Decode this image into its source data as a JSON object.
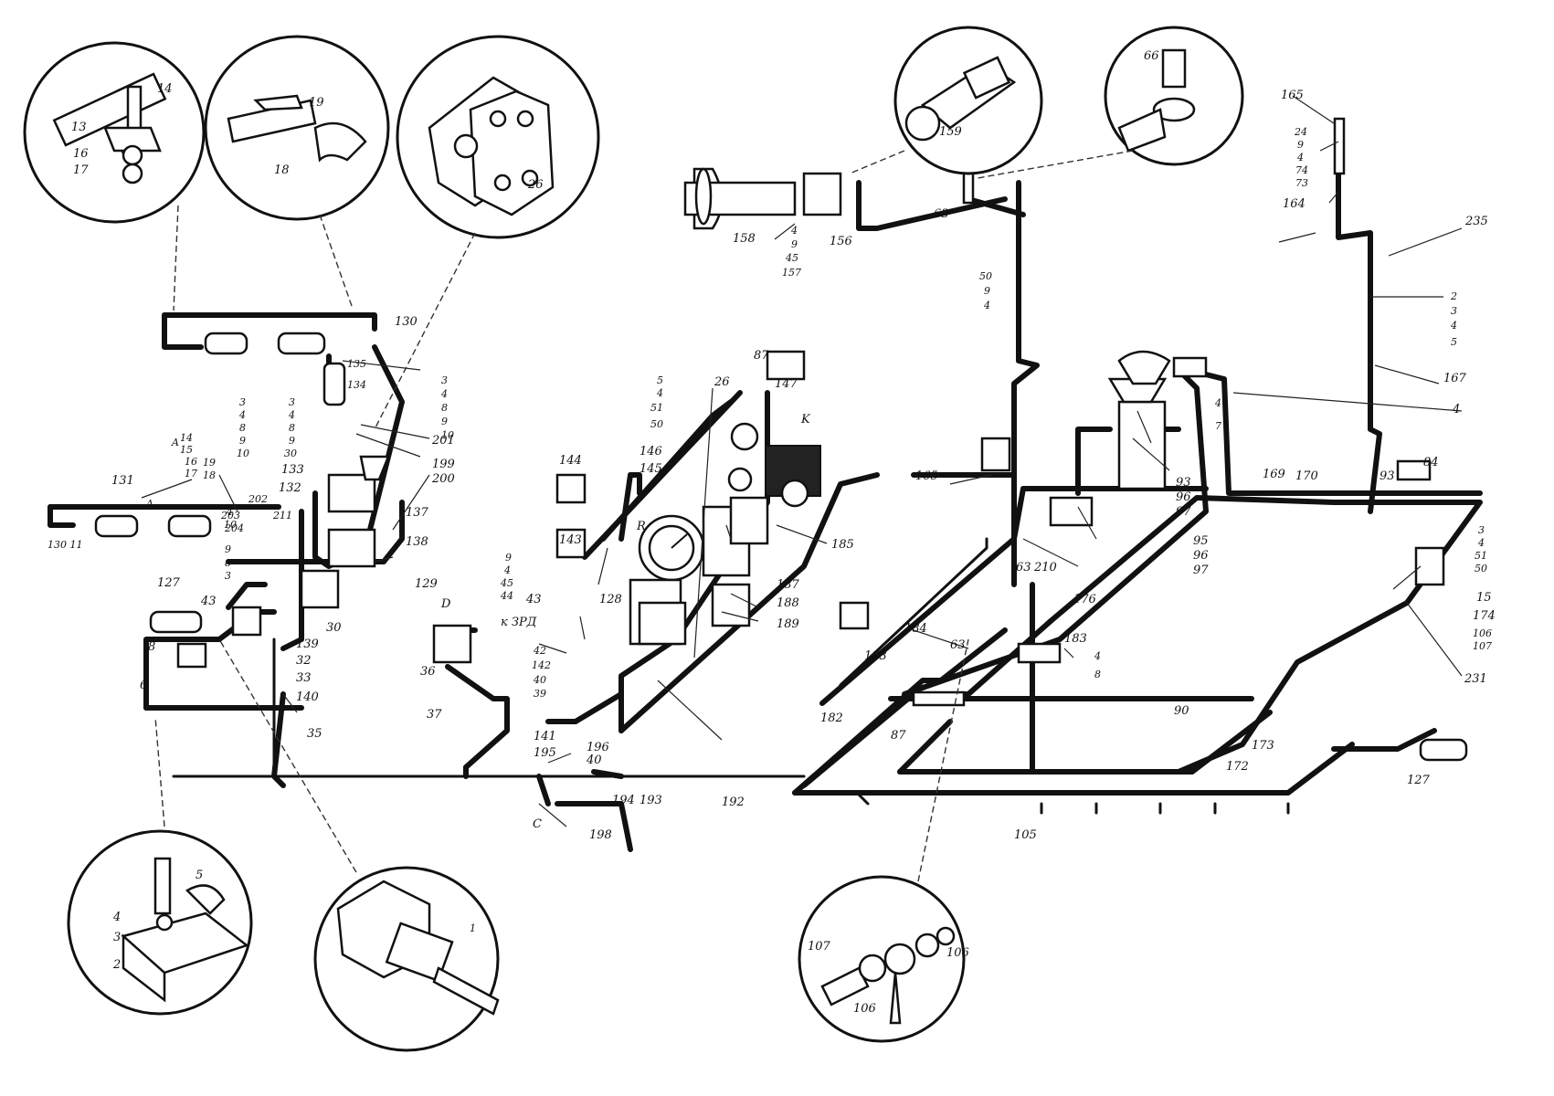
{
  "labels": [
    {
      "text": "14"
    },
    {
      "text": "13"
    },
    {
      "text": "16"
    },
    {
      "text": "17"
    },
    {
      "text": "19"
    },
    {
      "text": "18"
    },
    {
      "text": "26"
    },
    {
      "text": "159"
    },
    {
      "text": "66"
    },
    {
      "text": "165"
    },
    {
      "text": "24"
    },
    {
      "text": "9"
    },
    {
      "text": "4"
    },
    {
      "text": "74"
    },
    {
      "text": "73"
    },
    {
      "text": "164"
    },
    {
      "text": "235"
    },
    {
      "text": "2"
    },
    {
      "text": "3"
    },
    {
      "text": "4"
    },
    {
      "text": "5"
    },
    {
      "text": "167"
    },
    {
      "text": "4"
    },
    {
      "text": "158"
    },
    {
      "text": "156"
    },
    {
      "text": "4"
    },
    {
      "text": "9"
    },
    {
      "text": "45"
    },
    {
      "text": "157"
    },
    {
      "text": "63"
    },
    {
      "text": "50"
    },
    {
      "text": "9"
    },
    {
      "text": "4"
    },
    {
      "text": "130"
    },
    {
      "text": "135"
    },
    {
      "text": "134"
    },
    {
      "text": "3"
    },
    {
      "text": "4"
    },
    {
      "text": "8"
    },
    {
      "text": "9"
    },
    {
      "text": "10"
    },
    {
      "text": "201"
    },
    {
      "text": "199"
    },
    {
      "text": "200"
    },
    {
      "text": "3"
    },
    {
      "text": "4"
    },
    {
      "text": "8"
    },
    {
      "text": "9"
    },
    {
      "text": "10"
    },
    {
      "text": "3"
    },
    {
      "text": "4"
    },
    {
      "text": "8"
    },
    {
      "text": "9"
    },
    {
      "text": "30"
    },
    {
      "text": "133"
    },
    {
      "text": "132"
    },
    {
      "text": "14"
    },
    {
      "text": "15"
    },
    {
      "text": "16"
    },
    {
      "text": "17"
    },
    {
      "text": "19"
    },
    {
      "text": "18"
    },
    {
      "text": "131"
    },
    {
      "text": "A"
    },
    {
      "text": "A"
    },
    {
      "text": "130 11"
    },
    {
      "text": "202"
    },
    {
      "text": "203"
    },
    {
      "text": "204"
    },
    {
      "text": "211"
    },
    {
      "text": "4"
    },
    {
      "text": "10"
    },
    {
      "text": "9"
    },
    {
      "text": "8"
    },
    {
      "text": "3"
    },
    {
      "text": "137"
    },
    {
      "text": "138"
    },
    {
      "text": "129"
    },
    {
      "text": "127"
    },
    {
      "text": "43"
    },
    {
      "text": "8"
    },
    {
      "text": "6"
    },
    {
      "text": "30"
    },
    {
      "text": "139"
    },
    {
      "text": "32"
    },
    {
      "text": "33"
    },
    {
      "text": "140"
    },
    {
      "text": "35"
    },
    {
      "text": "D"
    },
    {
      "text": "36"
    },
    {
      "text": "37"
    },
    {
      "text": "5"
    },
    {
      "text": "4"
    },
    {
      "text": "51"
    },
    {
      "text": "50"
    },
    {
      "text": "87"
    },
    {
      "text": "26"
    },
    {
      "text": "147"
    },
    {
      "text": "144"
    },
    {
      "text": "146"
    },
    {
      "text": "145"
    },
    {
      "text": "143"
    },
    {
      "text": "K"
    },
    {
      "text": "R"
    },
    {
      "text": "185"
    },
    {
      "text": "187"
    },
    {
      "text": "188"
    },
    {
      "text": "189"
    },
    {
      "text": "9"
    },
    {
      "text": "4"
    },
    {
      "text": "45"
    },
    {
      "text": "44"
    },
    {
      "text": "43"
    },
    {
      "text": "128"
    },
    {
      "text": "к ЗРД"
    },
    {
      "text": "42"
    },
    {
      "text": "142"
    },
    {
      "text": "40"
    },
    {
      "text": "39"
    },
    {
      "text": "141"
    },
    {
      "text": "195"
    },
    {
      "text": "196"
    },
    {
      "text": "40"
    },
    {
      "text": "194"
    },
    {
      "text": "193"
    },
    {
      "text": "192"
    },
    {
      "text": "C"
    },
    {
      "text": "198"
    },
    {
      "text": "165"
    },
    {
      "text": "63"
    },
    {
      "text": "210"
    },
    {
      "text": "176"
    },
    {
      "text": "93"
    },
    {
      "text": "96"
    },
    {
      "text": "97"
    },
    {
      "text": "95"
    },
    {
      "text": "96"
    },
    {
      "text": "97"
    },
    {
      "text": "4"
    },
    {
      "text": "7"
    },
    {
      "text": "169"
    },
    {
      "text": "170"
    },
    {
      "text": "93"
    },
    {
      "text": "84"
    },
    {
      "text": "3"
    },
    {
      "text": "4"
    },
    {
      "text": "51"
    },
    {
      "text": "50"
    },
    {
      "text": "15"
    },
    {
      "text": "174"
    },
    {
      "text": "106"
    },
    {
      "text": "107"
    },
    {
      "text": "231"
    },
    {
      "text": "183"
    },
    {
      "text": "184"
    },
    {
      "text": "63"
    },
    {
      "text": "182"
    },
    {
      "text": "87"
    },
    {
      "text": "183"
    },
    {
      "text": "4"
    },
    {
      "text": "8"
    },
    {
      "text": "90"
    },
    {
      "text": "173"
    },
    {
      "text": "172"
    },
    {
      "text": "127"
    },
    {
      "text": "105"
    },
    {
      "text": "5"
    },
    {
      "text": "4"
    },
    {
      "text": "3"
    },
    {
      "text": "2"
    },
    {
      "text": "1"
    },
    {
      "text": "107"
    },
    {
      "text": "106"
    },
    {
      "text": "106"
    }
  ]
}
